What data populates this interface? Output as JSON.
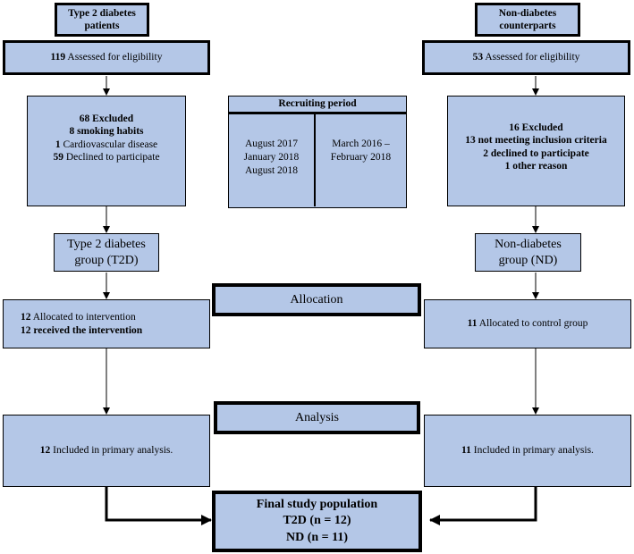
{
  "t2d": {
    "header": "Type 2 diabetes patients",
    "assessed": {
      "num": "119",
      "text": "Assessed for eligibility"
    },
    "excluded": [
      {
        "num": "68",
        "text": "Excluded"
      },
      {
        "num": "8",
        "text": "smoking habits"
      },
      {
        "num": "1",
        "text": "Cardiovascular disease"
      },
      {
        "num": "59",
        "text": "Declined to participate"
      }
    ],
    "group": [
      "Type 2 diabetes",
      "group (T2D)"
    ],
    "allocation": [
      {
        "num": "12",
        "text": "Allocated to intervention"
      },
      {
        "num": "12",
        "text": "received the intervention"
      }
    ],
    "analysis": {
      "num": "12",
      "text": "Included in primary analysis."
    }
  },
  "nd": {
    "header": "Non-diabetes counterparts",
    "assessed": {
      "num": "53",
      "text": "Assessed for eligibility"
    },
    "excluded": [
      {
        "num": "16",
        "text": "Excluded"
      },
      {
        "num": "13",
        "text": "not meeting inclusion criteria"
      },
      {
        "num": "2",
        "text": "declined to participate"
      },
      {
        "num": "1",
        "text": "other reason"
      }
    ],
    "group": [
      "Non-diabetes",
      "group (ND)"
    ],
    "allocation": [
      {
        "num": "11",
        "text": "Allocated to control group"
      }
    ],
    "analysis": {
      "num": "11",
      "text": "Included in primary analysis."
    }
  },
  "recruiting": {
    "title": "Recruiting period",
    "left": [
      "August 2017",
      "January 2018",
      "August 2018"
    ],
    "right": [
      "March 2016 –",
      "February 2018"
    ]
  },
  "stages": {
    "allocation": "Allocation",
    "analysis": "Analysis"
  },
  "final": {
    "title": "Final study population",
    "lines": [
      "T2D (n = 12)",
      "ND (n = 11)"
    ]
  }
}
